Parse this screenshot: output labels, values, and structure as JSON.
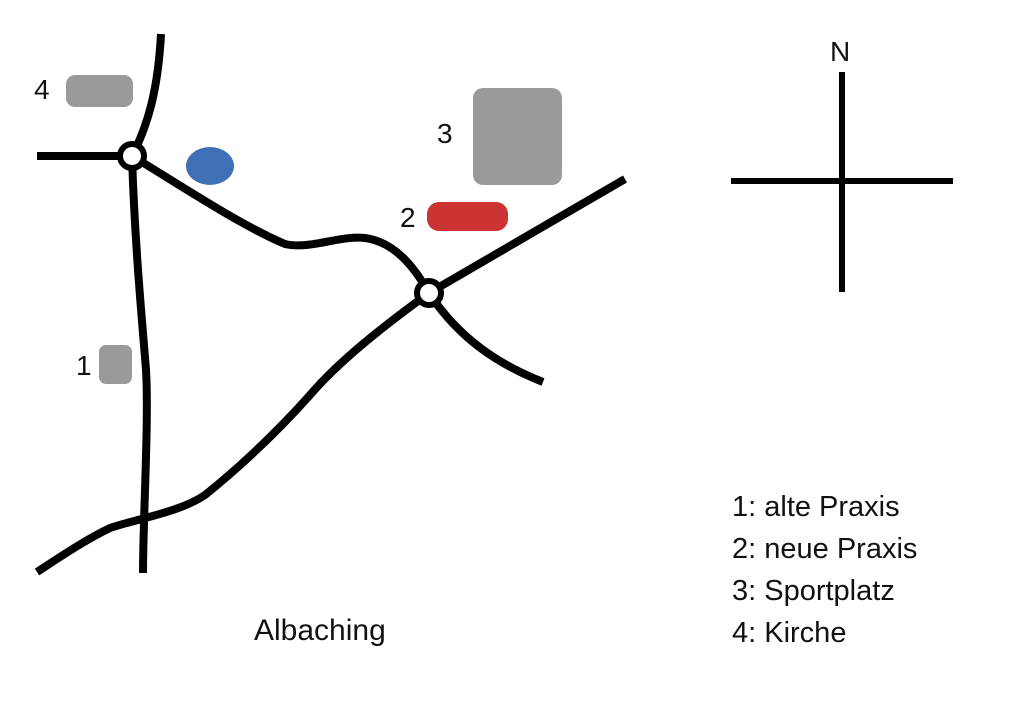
{
  "map": {
    "town_name": "Albaching",
    "compass": {
      "north_label": "N"
    },
    "markers": [
      {
        "id": "1",
        "label": "1",
        "color": "#9a9a9a"
      },
      {
        "id": "2",
        "label": "2",
        "color": "#cc3333"
      },
      {
        "id": "3",
        "label": "3",
        "color": "#9a9a9a"
      },
      {
        "id": "4",
        "label": "4",
        "color": "#9a9a9a"
      }
    ],
    "unlabeled_marker": {
      "shape": "ellipse",
      "color": "#3f6fb5"
    },
    "road_color": "#000000"
  },
  "legend": {
    "items": [
      "1: alte Praxis",
      "2: neue Praxis",
      "3: Sportplatz",
      "4: Kirche"
    ]
  }
}
